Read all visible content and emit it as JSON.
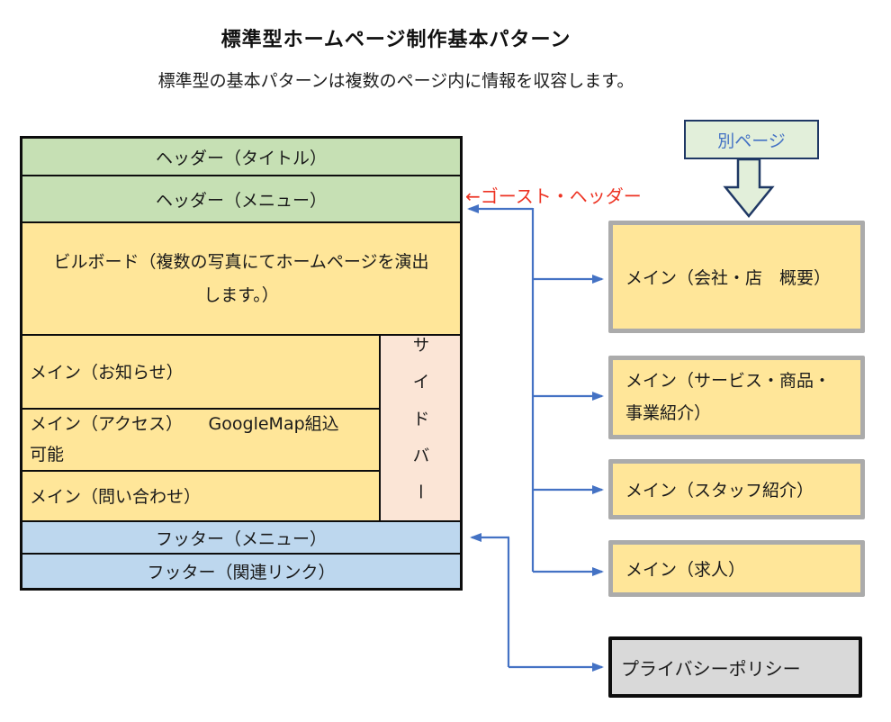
{
  "title": "標準型ホームページ制作基本パターン",
  "subtitle": "標準型の基本パターンは複数のページ内に情報を収容します。",
  "wireframe": {
    "header_title": "ヘッダー（タイトル）",
    "header_menu": "ヘッダー（メニュー）",
    "billboard": "ビルボード（複数の写真にてホームページを演出します。）",
    "main_news": "メイン（お知らせ）",
    "main_access": "メイン（アクセス）　　GoogleMap組込可能",
    "main_contact": "メイン（問い合わせ）",
    "sidebar": "サイドバー",
    "footer_menu": "フッター（メニュー）",
    "footer_links": "フッター（関連リンク）"
  },
  "annotations": {
    "ghost_header": "←ゴースト・ヘッダー",
    "other_page": "別ページ"
  },
  "pages": [
    {
      "label": "メイン（会社・店　概要）"
    },
    {
      "label": "メイン（サービス・商品・事業紹介）"
    },
    {
      "label": "メイン（スタッフ紹介）"
    },
    {
      "label": "メイン（求人）"
    },
    {
      "label": "プライバシーポリシー"
    }
  ],
  "colors": {
    "header_green": "#c6e0b4",
    "content_yellow": "#ffe699",
    "sidebar_peach": "#fbe5d6",
    "footer_blue": "#bdd7ee",
    "other_page_fill": "#e2efda",
    "other_page_border": "#1f3864",
    "page_box_border": "#ababab",
    "privacy_gray": "#d9d9d9",
    "arrow_blue": "#4472c4",
    "ghost_header_red": "#ed3323"
  }
}
